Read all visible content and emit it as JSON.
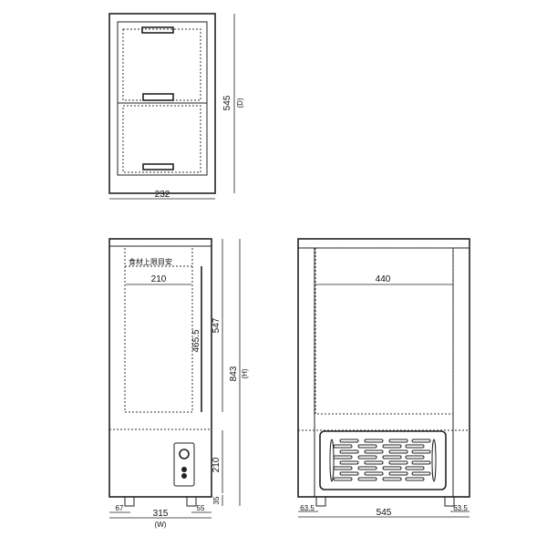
{
  "top_view": {
    "width_label": "232",
    "depth_label": "545",
    "depth_suffix": "(D)"
  },
  "front_view": {
    "food_limit_label": "食材上限目安",
    "inner_width_label": "210",
    "inner_height_label": "465.5",
    "cabinet_height_label": "547",
    "total_height_label": "843",
    "total_height_suffix": "(H)",
    "base_height_label": "210",
    "foot_height_label": "35",
    "left_offset_label": "67",
    "width_label": "315",
    "width_suffix": "(W)",
    "right_offset_label": "55"
  },
  "side_view": {
    "inner_width_label": "440",
    "depth_label": "545",
    "left_offset_label": "63.5",
    "right_offset_label": "63.5"
  }
}
